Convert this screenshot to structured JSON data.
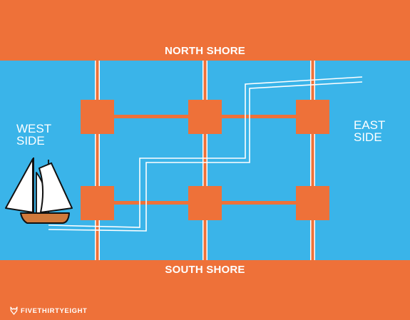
{
  "labels": {
    "north": "NORTH SHORE",
    "south": "SOUTH SHORE",
    "west": [
      "WEST",
      "SIDE"
    ],
    "east": [
      "EAST",
      "SIDE"
    ]
  },
  "brand": {
    "text": "FIVETHIRTYEIGHT",
    "icon": "fox-logo-icon"
  },
  "colors": {
    "water": "#3AB4E9",
    "land": "#EE7139",
    "path": "#ffffff",
    "sail": "#ffffff",
    "hull": "#D07A3C",
    "outline": "#111111"
  },
  "grid": {
    "columns": 3,
    "rows": 2
  }
}
